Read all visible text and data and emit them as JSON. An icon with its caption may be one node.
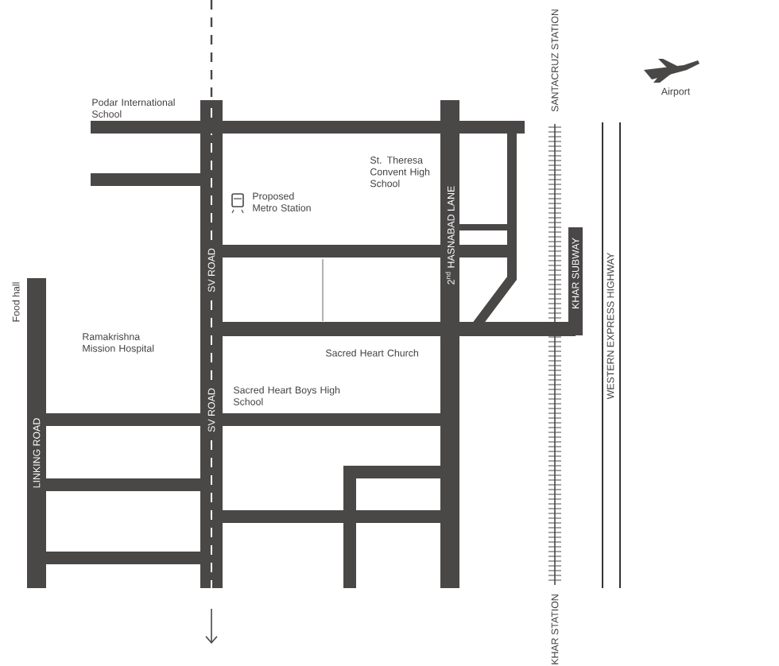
{
  "diagram": {
    "labels": [
      "Podar International School",
      "SANTACRUZ STATION",
      "Airport",
      "St. Theresa Convent High School",
      "Proposed Metro Station",
      "SV ROAD",
      "2$^{nd}$ HASNABAD LANE",
      "KHAR SUBWAY",
      "WESTERN EXPRESS HIGHWAY",
      "Food hall",
      "Ramakrishna Mission Hospital",
      "Sacred Heart Church",
      "SV ROAD",
      "Sacred Heart Boys High School",
      "LINKING ROAD",
      "KHAR STATION"
    ]
  }
}
